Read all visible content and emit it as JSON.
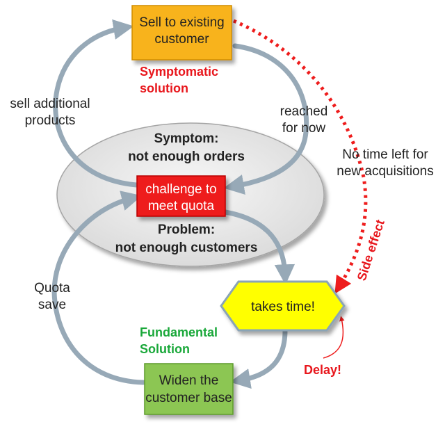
{
  "nodes": {
    "sell_existing": {
      "line1": "Sell to existing",
      "line2": "customer"
    },
    "challenge": {
      "line1": "challenge to",
      "line2": "meet quota"
    },
    "takes_time": {
      "label": "takes time!"
    },
    "widen": {
      "line1": "Widen the",
      "line2": "customer base"
    }
  },
  "labels": {
    "symptomatic": {
      "line1": "Symptomatic",
      "line2": "solution"
    },
    "fundamental": {
      "line1": "Fundamental",
      "line2": "Solution"
    },
    "sell_additional": {
      "line1": "sell additional",
      "line2": "products"
    },
    "reached": {
      "line1": "reached",
      "line2": "for now"
    },
    "no_time": {
      "line1": "No time left for",
      "line2": "new acquisitions"
    },
    "side_effect": "Side effect",
    "symptom": {
      "line1": "Symptom:",
      "line2": "not enough orders"
    },
    "problem": {
      "line1": "Problem:",
      "line2": "not enough customers"
    },
    "quota_save": {
      "line1": "Quota",
      "line2": "save"
    },
    "delay": "Delay!"
  },
  "colors": {
    "orange_box": "#f8b31a",
    "red_box": "#ee1c1c",
    "yellow_box": "#ffff00",
    "green_box": "#8cc653",
    "arrow_gray": "#97a9b7",
    "red_text": "#e8161c",
    "green_text": "#1aa83a"
  }
}
